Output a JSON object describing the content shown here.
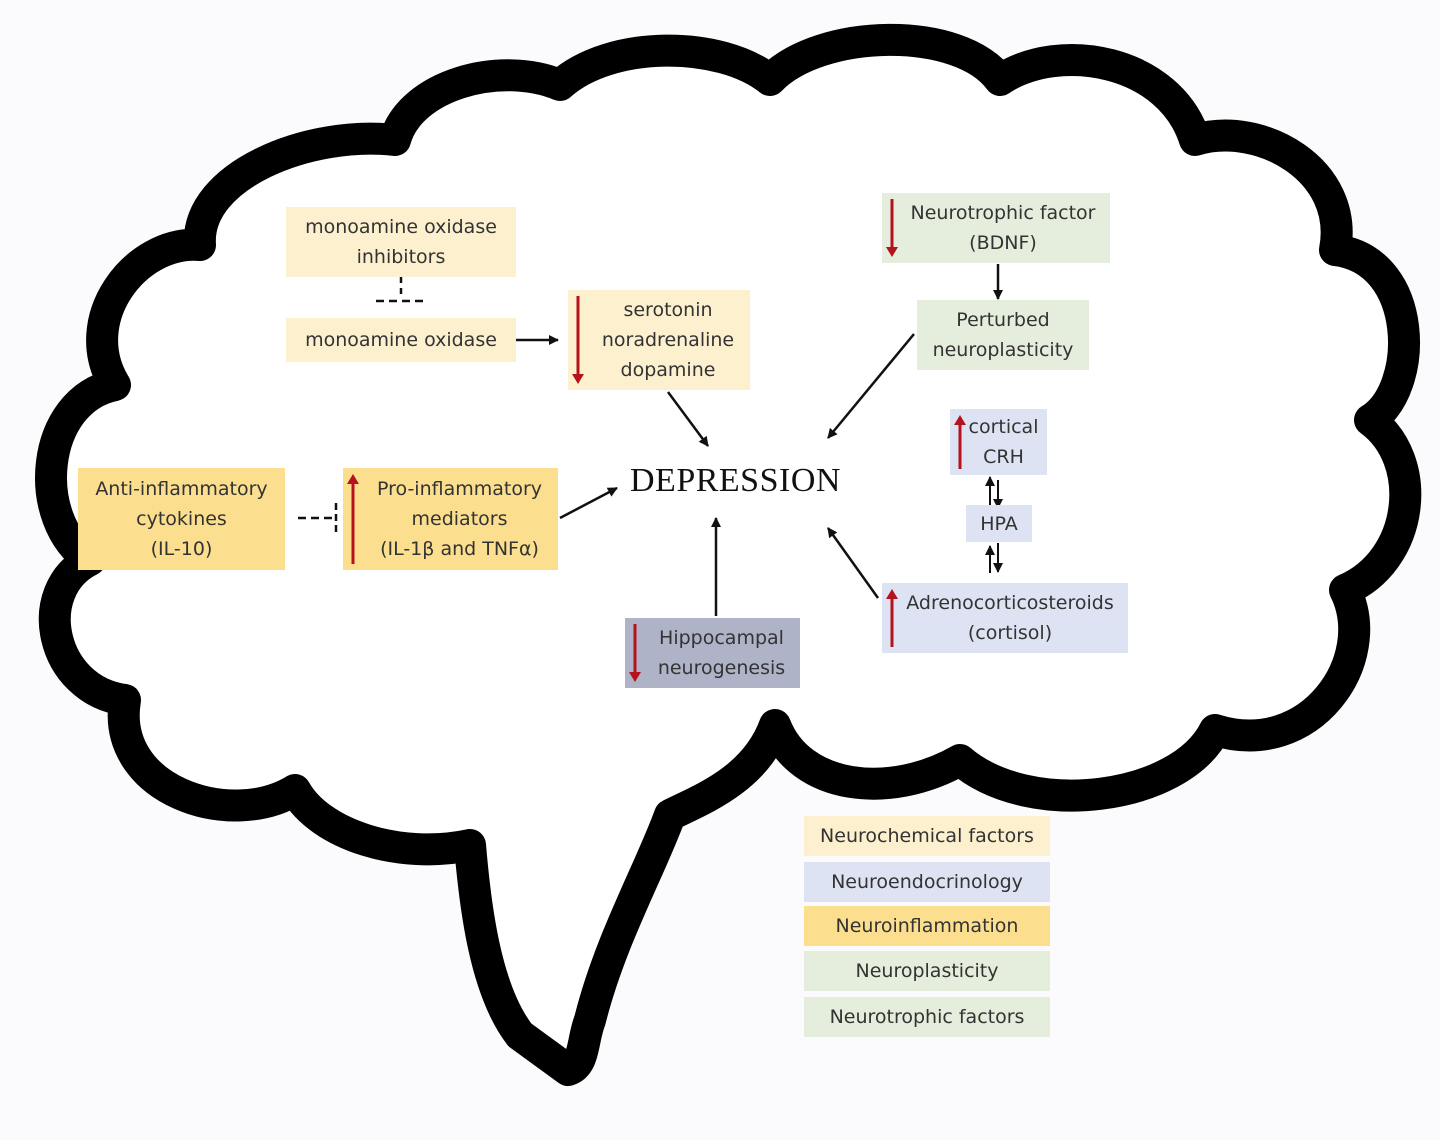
{
  "colors": {
    "neurochemical": "#fdf0cf",
    "neuroendocrinology": "#dde3f3",
    "neuroinflammation": "#fbdf8f",
    "neuroplasticity": "#e5eedd",
    "neurotrophic": "#e5eedd",
    "hippocampal": "#aeb3c7",
    "outline": "#000000",
    "decrease_arrow": "#b5121b",
    "increase_arrow": "#b5121b"
  },
  "center": {
    "label": "DEPRESSION"
  },
  "nodes": {
    "mao_inhibitors": {
      "lines": [
        "monoamine oxidase",
        "inhibitors"
      ],
      "category": "neurochemical"
    },
    "mao": {
      "lines": [
        "monoamine oxidase"
      ],
      "category": "neurochemical"
    },
    "monoamines": {
      "lines": [
        "serotonin",
        "noradrenaline",
        "dopamine"
      ],
      "category": "neurochemical",
      "change": "decrease"
    },
    "anti_inflammatory": {
      "lines": [
        "Anti-inflammatory",
        "cytokines",
        "(IL-10)"
      ],
      "category": "neuroinflammation"
    },
    "pro_inflammatory": {
      "lines": [
        "Pro-inflammatory",
        "mediators",
        "(IL-1β and TNFα)"
      ],
      "category": "neuroinflammation",
      "change": "increase"
    },
    "hippocampal": {
      "lines": [
        "Hippocampal",
        "neurogenesis"
      ],
      "category": "hippocampal",
      "change": "decrease"
    },
    "bdnf": {
      "lines": [
        "Neurotrophic factor",
        "(BDNF)"
      ],
      "category": "neurotrophic",
      "change": "decrease"
    },
    "neuroplasticity": {
      "lines": [
        "Perturbed",
        "neuroplasticity"
      ],
      "category": "neuroplasticity"
    },
    "crh": {
      "lines": [
        "cortical",
        "CRH"
      ],
      "category": "neuroendocrinology",
      "change": "increase"
    },
    "hpa": {
      "lines": [
        "HPA"
      ],
      "category": "neuroendocrinology"
    },
    "cortisol": {
      "lines": [
        "Adrenocorticosteroids",
        "(cortisol)"
      ],
      "category": "neuroendocrinology",
      "change": "increase"
    }
  },
  "legend": [
    {
      "label": "Neurochemical factors",
      "category": "neurochemical"
    },
    {
      "label": "Neuroendocrinology",
      "category": "neuroendocrinology"
    },
    {
      "label": "Neuroinflammation",
      "category": "neuroinflammation"
    },
    {
      "label": "Neuroplasticity",
      "category": "neuroplasticity"
    },
    {
      "label": "Neurotrophic factors",
      "category": "neurotrophic"
    }
  ]
}
